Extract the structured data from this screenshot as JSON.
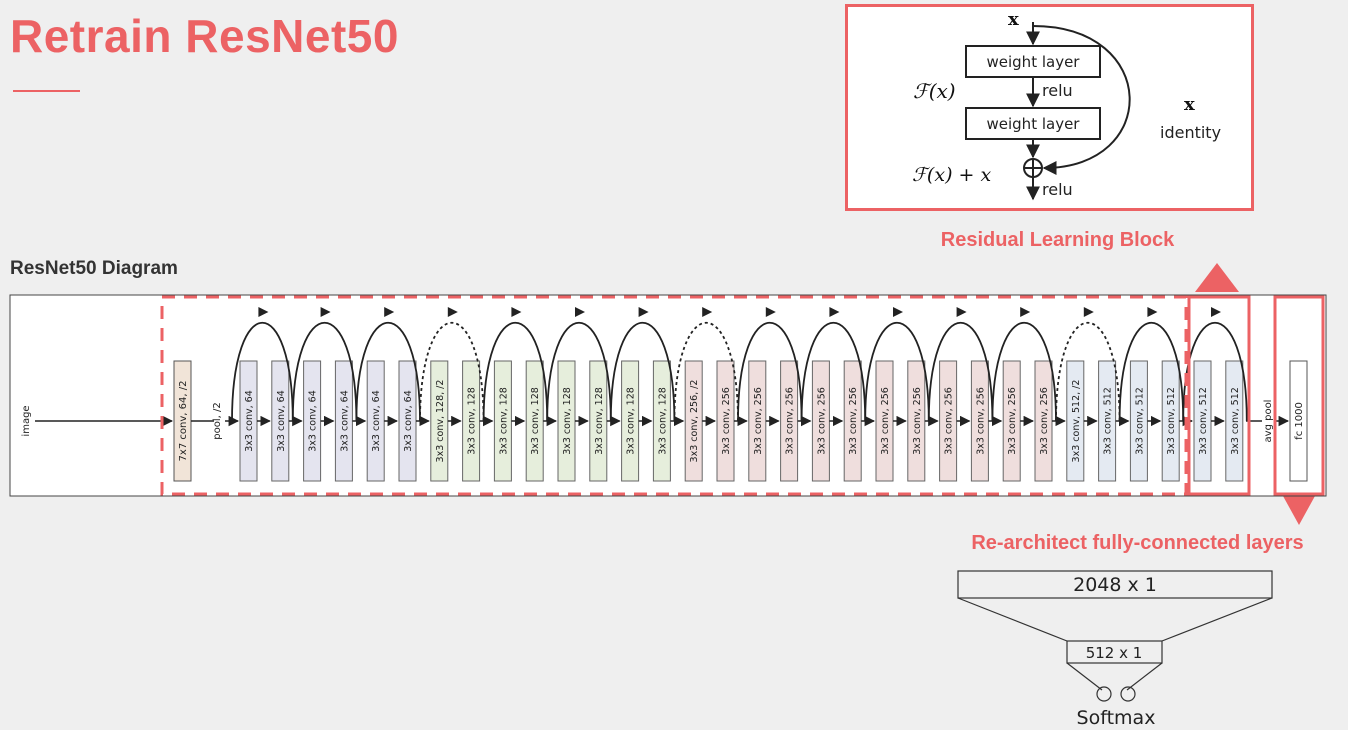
{
  "slide": {
    "title": "Retrain ResNet50",
    "diagram_label": "ResNet50 Diagram",
    "residual_label": "Residual Learning Block",
    "rearchitect_label": "Re-architect fully-connected layers"
  },
  "residual_block": {
    "input": "x",
    "layer1": "weight layer",
    "layer2": "weight layer",
    "relu1": "relu",
    "relu2": "relu",
    "fx": "ℱ(x)",
    "fx_plus_x": "ℱ(x) + x",
    "shortcut_symbol": "x",
    "shortcut_label": "identity"
  },
  "resnet": {
    "input_label": "image",
    "first_conv": "7x7 conv, 64, /2",
    "pool_label": "pool, /2",
    "conv_layers": [
      {
        "label": "3x3 conv, 64",
        "color": "#e4e4ef"
      },
      {
        "label": "3x3 conv, 64",
        "color": "#e4e4ef"
      },
      {
        "label": "3x3 conv, 64",
        "color": "#e4e4ef"
      },
      {
        "label": "3x3 conv, 64",
        "color": "#e4e4ef"
      },
      {
        "label": "3x3 conv, 64",
        "color": "#e4e4ef"
      },
      {
        "label": "3x3 conv, 64",
        "color": "#e4e4ef"
      },
      {
        "label": "3x3 conv, 128, /2",
        "color": "#e6eedc"
      },
      {
        "label": "3x3 conv, 128",
        "color": "#e6eedc"
      },
      {
        "label": "3x3 conv, 128",
        "color": "#e6eedc"
      },
      {
        "label": "3x3 conv, 128",
        "color": "#e6eedc"
      },
      {
        "label": "3x3 conv, 128",
        "color": "#e6eedc"
      },
      {
        "label": "3x3 conv, 128",
        "color": "#e6eedc"
      },
      {
        "label": "3x3 conv, 128",
        "color": "#e6eedc"
      },
      {
        "label": "3x3 conv, 128",
        "color": "#e6eedc"
      },
      {
        "label": "3x3 conv, 256, /2",
        "color": "#efdedd"
      },
      {
        "label": "3x3 conv, 256",
        "color": "#efdedd"
      },
      {
        "label": "3x3 conv, 256",
        "color": "#efdedd"
      },
      {
        "label": "3x3 conv, 256",
        "color": "#efdedd"
      },
      {
        "label": "3x3 conv, 256",
        "color": "#efdedd"
      },
      {
        "label": "3x3 conv, 256",
        "color": "#efdedd"
      },
      {
        "label": "3x3 conv, 256",
        "color": "#efdedd"
      },
      {
        "label": "3x3 conv, 256",
        "color": "#efdedd"
      },
      {
        "label": "3x3 conv, 256",
        "color": "#efdedd"
      },
      {
        "label": "3x3 conv, 256",
        "color": "#efdedd"
      },
      {
        "label": "3x3 conv, 256",
        "color": "#efdedd"
      },
      {
        "label": "3x3 conv, 256",
        "color": "#efdedd"
      },
      {
        "label": "3x3 conv, 512, /2",
        "color": "#e4eaf2"
      },
      {
        "label": "3x3 conv, 512",
        "color": "#e4eaf2"
      },
      {
        "label": "3x3 conv, 512",
        "color": "#e4eaf2"
      },
      {
        "label": "3x3 conv, 512",
        "color": "#e4eaf2"
      },
      {
        "label": "3x3 conv, 512",
        "color": "#e4eaf2"
      },
      {
        "label": "3x3 conv, 512",
        "color": "#e4eaf2"
      }
    ],
    "dotted_skips": [
      3,
      7,
      13
    ],
    "avgpool_label": "avg pool",
    "fc_label": "fc 1000"
  },
  "fc_head": {
    "top": "2048 x 1",
    "mid": "512 x 1",
    "output": "Softmax"
  },
  "colors": {
    "accent": "#ec6264",
    "line": "#222222",
    "first_conv": "#f1e4d8"
  }
}
